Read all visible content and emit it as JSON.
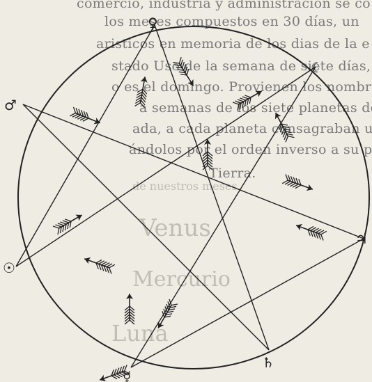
{
  "text_lines": [
    "comercio, industria y administración se co",
    "los meses compuestos en 30 días, un",
    "aristicos en memoria de los dias de la e",
    "stado Uso de la semana de siete días, de l",
    "o es el domingo. Provienen los nombres",
    "a semanas de los siete planetas descubiertos",
    "ada, a cada planeta consagraban una hora",
    "ándolos por el orden inverso a su probable",
    "Tierra."
  ],
  "bleed_text": [
    "Venus",
    "Mercurio",
    "Luna",
    "de nuestros meses."
  ],
  "planet_symbols": [
    {
      "name": "saturn",
      "glyph": "♄"
    },
    {
      "name": "jupiter",
      "glyph": "♃"
    },
    {
      "name": "mars",
      "glyph": "♂"
    },
    {
      "name": "sun",
      "glyph": "☉"
    },
    {
      "name": "venus",
      "glyph": "♀"
    },
    {
      "name": "mercury",
      "glyph": "☿"
    },
    {
      "name": "moon",
      "glyph": "☾"
    }
  ],
  "colors": {
    "paper": "#efece4",
    "ink": "#222222",
    "bleed": "#9a978f"
  }
}
